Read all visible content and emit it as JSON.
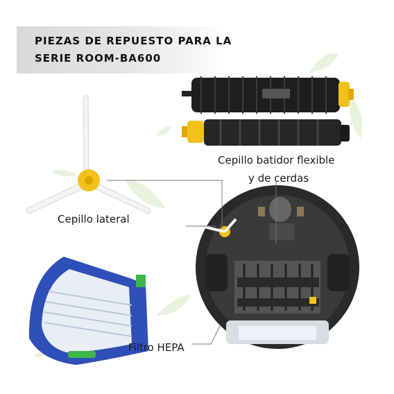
{
  "title": {
    "line1": "PIEZAS DE REPUESTO PARA LA",
    "line2": "SERIE ROOM-BA600"
  },
  "labels": {
    "brush_line1": "Cepillo batidor flexible",
    "brush_line2": "y de cerdas",
    "side_brush": "Cepillo lateral",
    "hepa_filter": "Filtro HEPA"
  },
  "colors": {
    "banner": "#dcdcdc",
    "brush_dark": "#1f1f1f",
    "brush_yellow": "#f2c21b",
    "filter_blue": "#2f4fb8",
    "leaf": "#e7efd6"
  }
}
